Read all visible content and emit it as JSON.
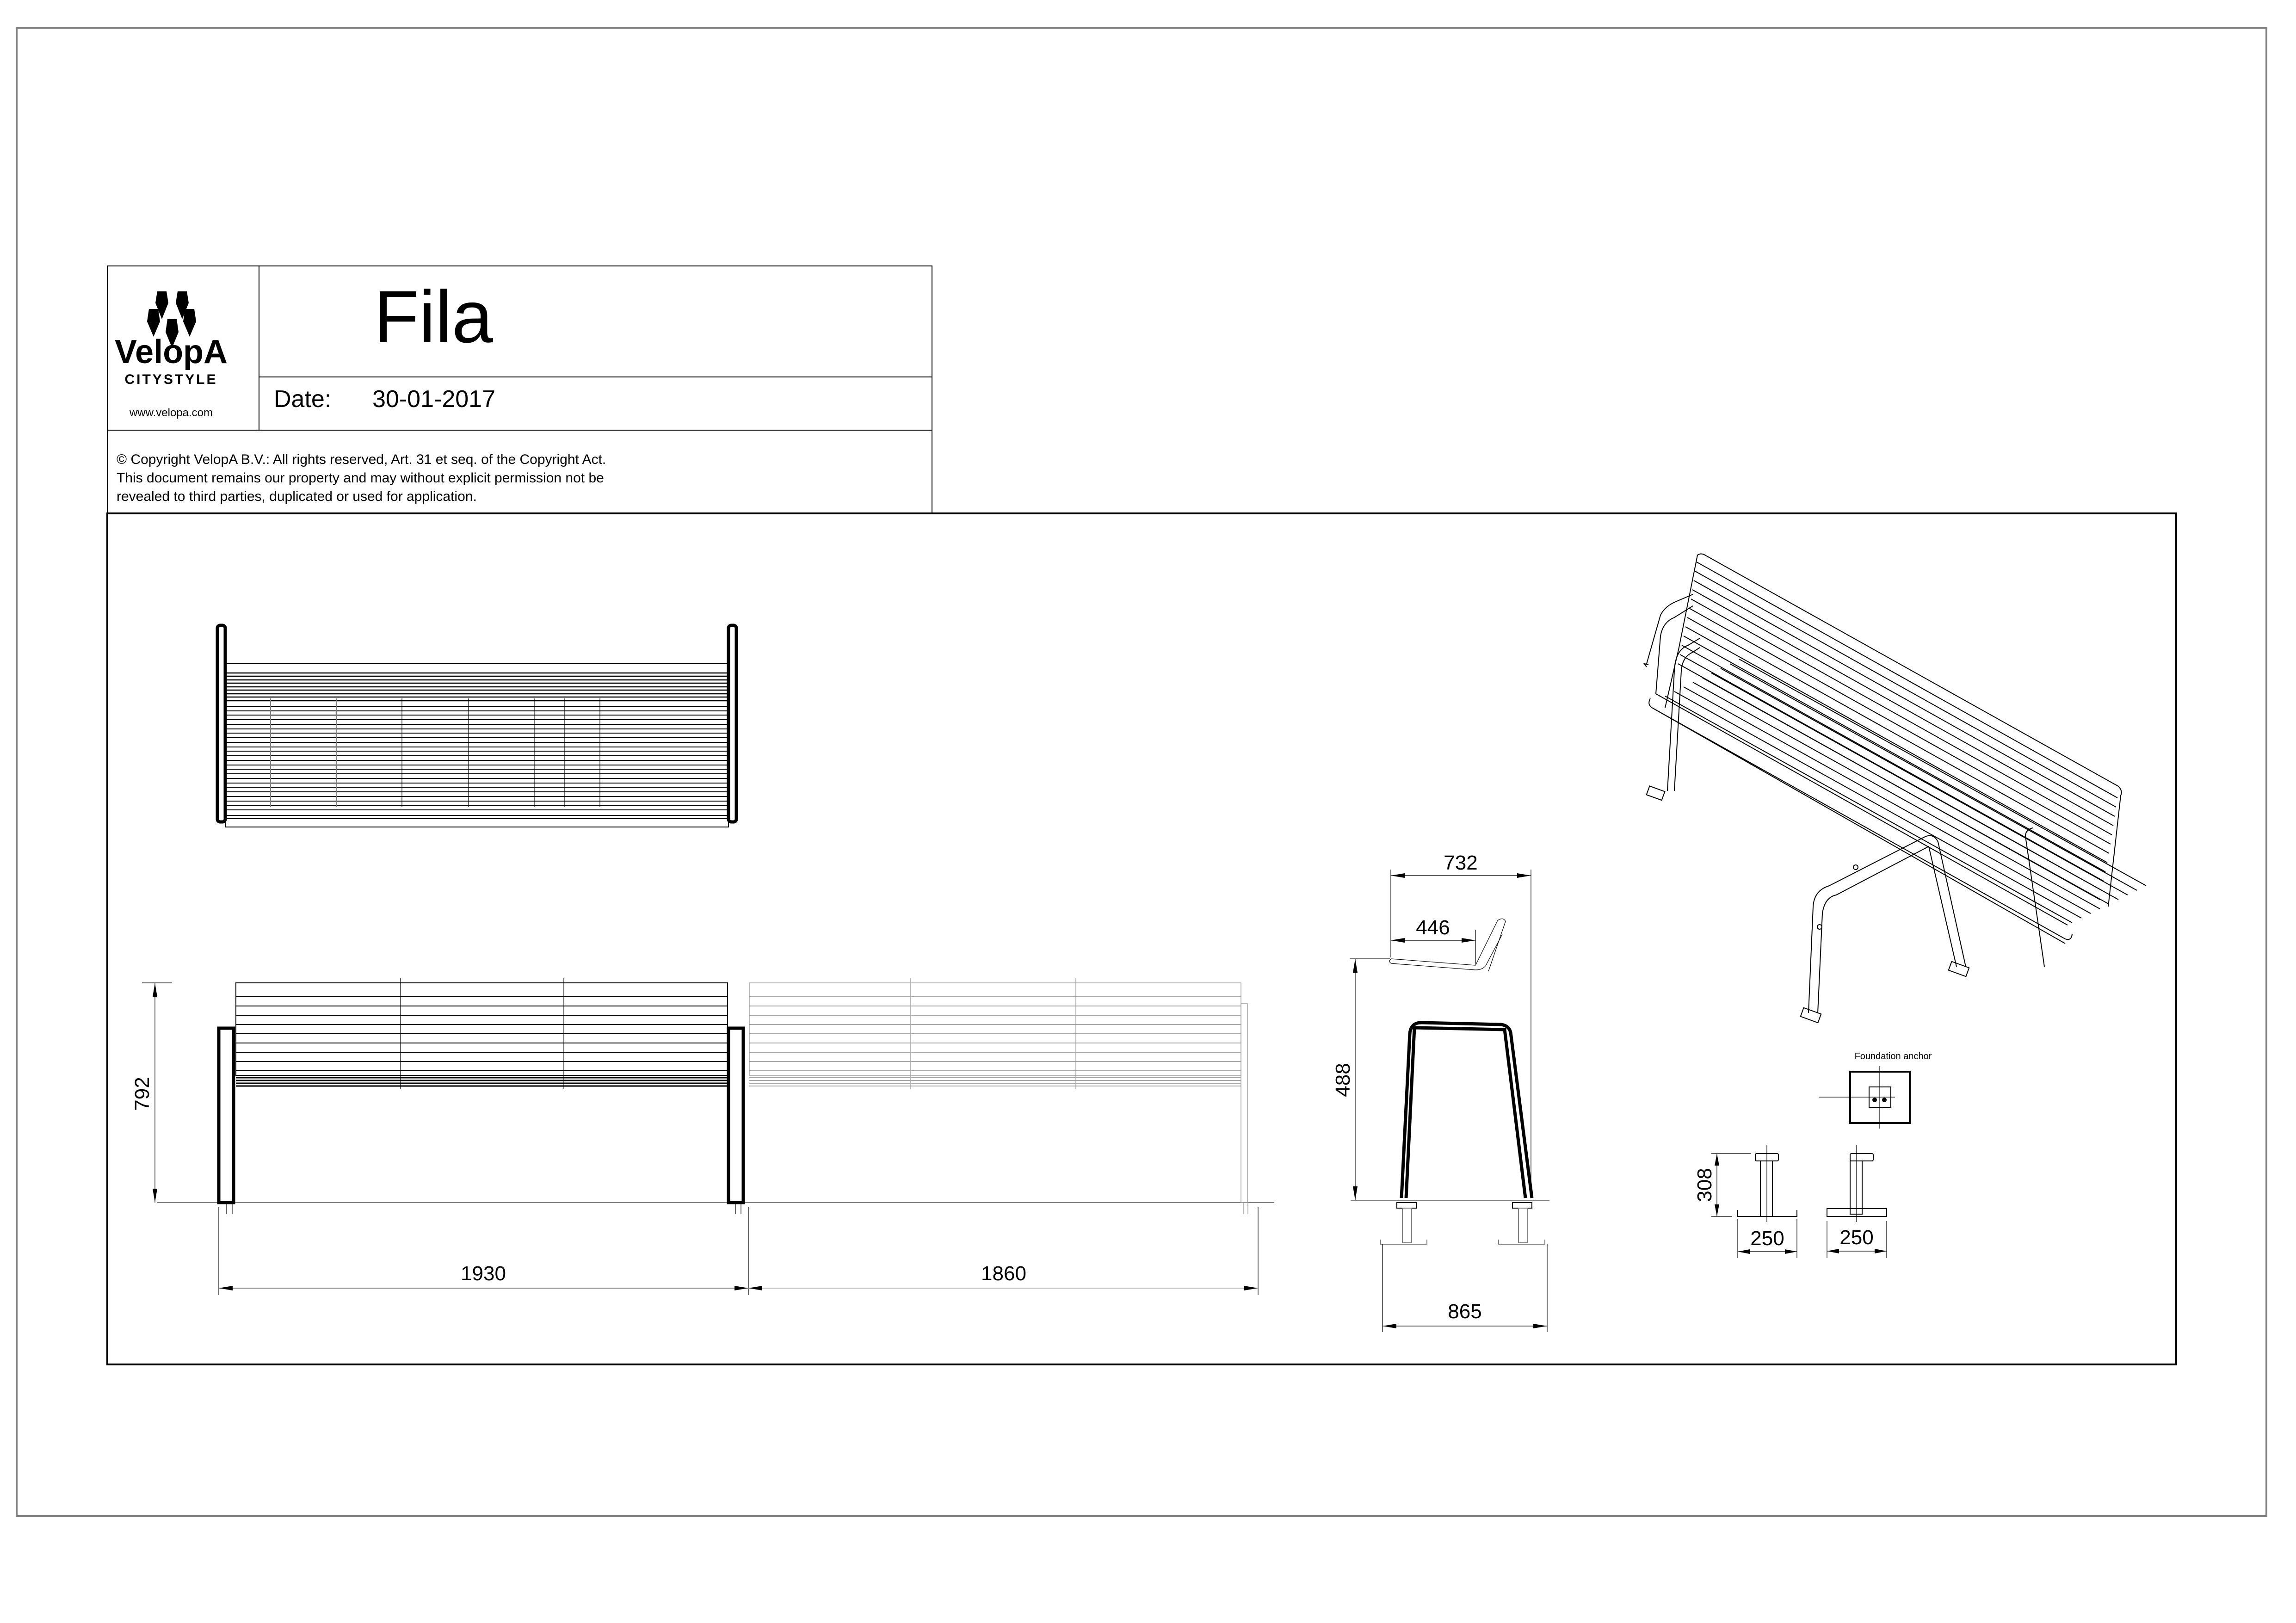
{
  "title_block": {
    "logo": {
      "brand": "VelopA",
      "tagline": "CITYSTYLE",
      "website": "www.velopa.com",
      "icon": "velopa-flower-icon"
    },
    "product_name": "Fila",
    "date_label": "Date:",
    "date_value": "30-01-2017",
    "copyright": [
      "©  Copyright VelopA B.V.: All rights reserved, Art. 31 et seq. of the Copyright Act.",
      "This document remains our property and may without explicit permission not be",
      "revealed to third parties, duplicated or used for application."
    ]
  },
  "views": {
    "top_view": {
      "label": "top view of bench"
    },
    "front_view": {
      "height_dim": "792",
      "width_dim_1": "1930",
      "width_dim_2": "1860"
    },
    "side_view": {
      "overall_depth_dim": "732",
      "seat_depth_dim": "446",
      "seat_height_dim": "488",
      "base_width_dim": "865"
    },
    "foundation_anchor": {
      "label": "Foundation anchor",
      "height_dim": "308",
      "width_dim_1": "250",
      "width_dim_2": "250"
    },
    "isometric_view": {
      "label": "isometric view of bench"
    }
  }
}
